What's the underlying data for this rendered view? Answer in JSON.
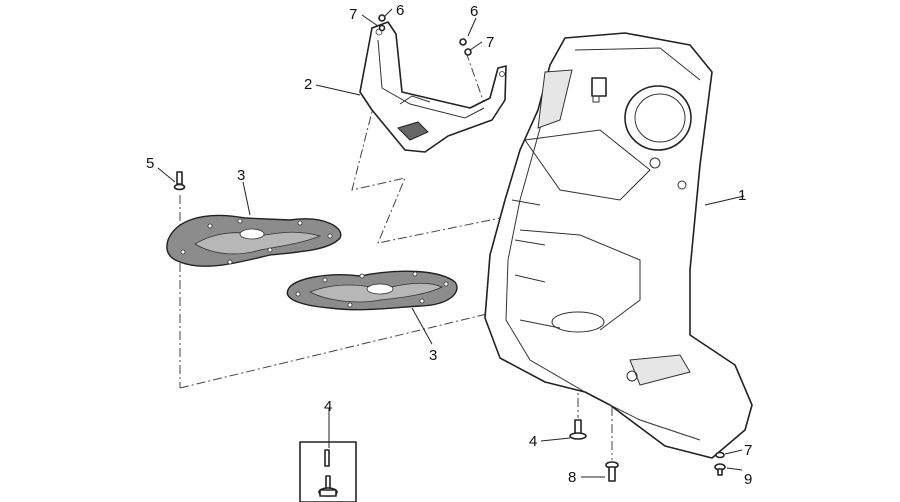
{
  "callouts": [
    {
      "id": "c1",
      "text": "1"
    },
    {
      "id": "c2",
      "text": "2"
    },
    {
      "id": "c3a",
      "text": "3"
    },
    {
      "id": "c3b",
      "text": "3"
    },
    {
      "id": "c4a",
      "text": "4"
    },
    {
      "id": "c4b",
      "text": "4"
    },
    {
      "id": "c5",
      "text": "5"
    },
    {
      "id": "c6a",
      "text": "6"
    },
    {
      "id": "c6b",
      "text": "6"
    },
    {
      "id": "c7a",
      "text": "7"
    },
    {
      "id": "c7b",
      "text": "7"
    },
    {
      "id": "c7c",
      "text": "7"
    },
    {
      "id": "c8",
      "text": "8"
    },
    {
      "id": "c9",
      "text": "9"
    }
  ],
  "parts": [
    {
      "ref": "1",
      "icon": "front-shield-icon"
    },
    {
      "ref": "2",
      "icon": "bracket-icon"
    },
    {
      "ref": "3",
      "icon": "gasket-icon"
    },
    {
      "ref": "4",
      "icon": "rivet-icon"
    },
    {
      "ref": "5",
      "icon": "screw-icon"
    },
    {
      "ref": "6",
      "icon": "screw-icon"
    },
    {
      "ref": "7",
      "icon": "washer-icon"
    },
    {
      "ref": "8",
      "icon": "screw-icon"
    },
    {
      "ref": "9",
      "icon": "screw-icon"
    }
  ]
}
